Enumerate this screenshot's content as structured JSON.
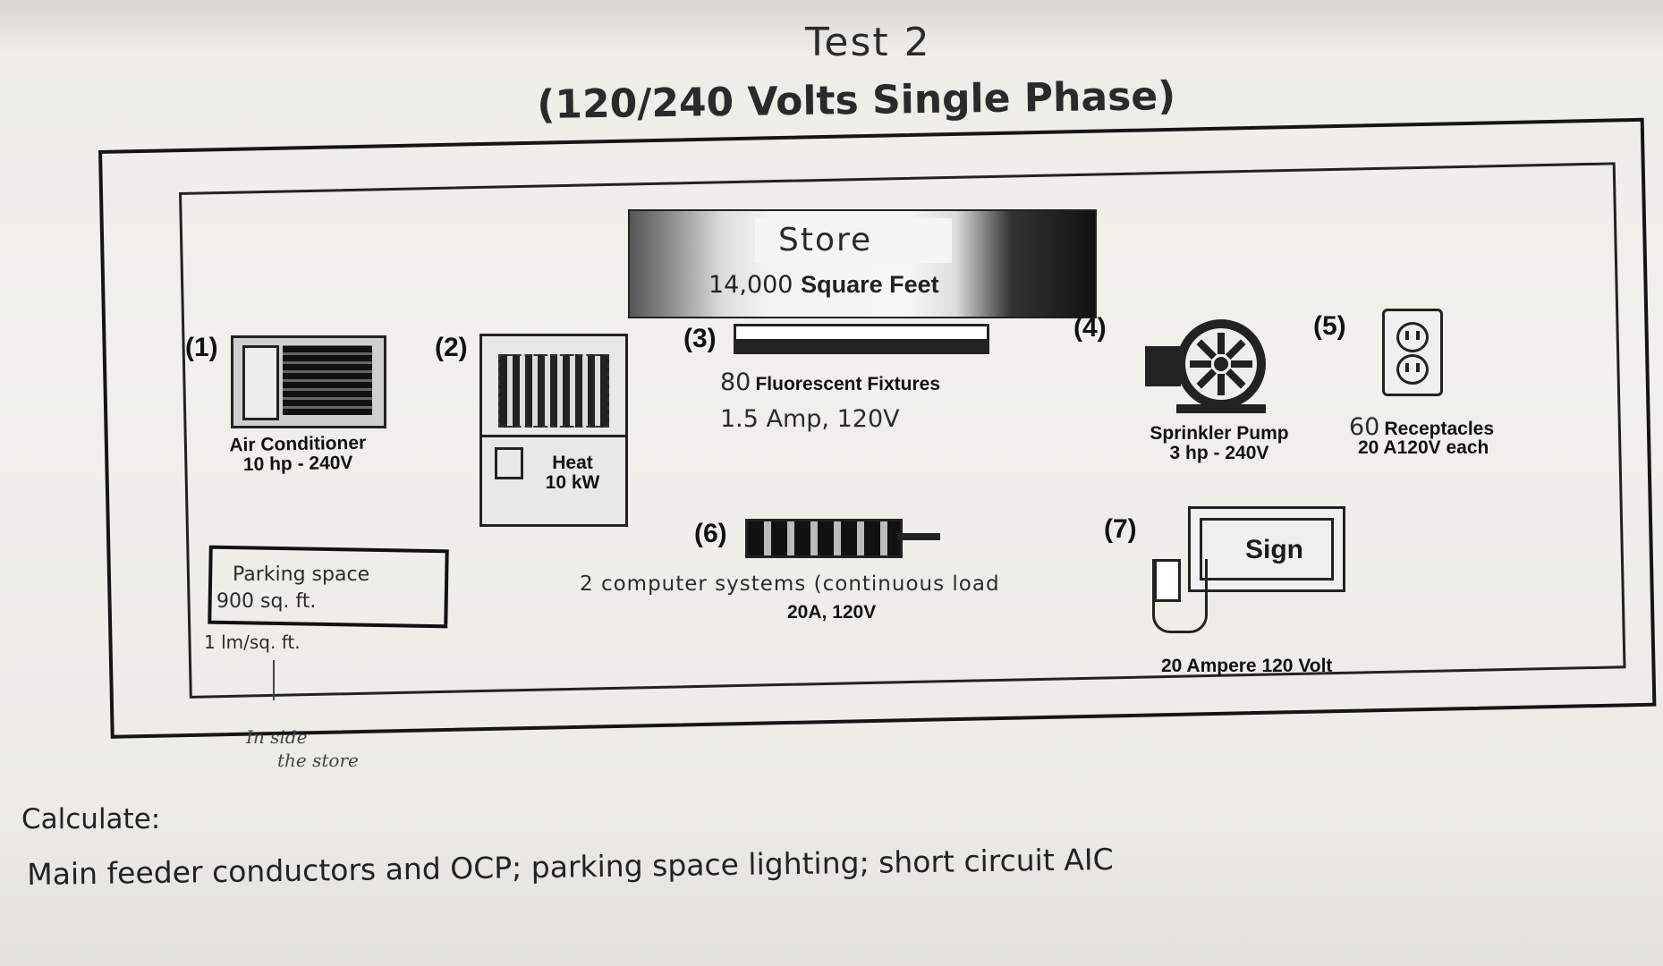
{
  "title": "Test 2",
  "subtitle": "(120/240 Volts Single Phase)",
  "store": {
    "name": "Store",
    "area_number": "14,000",
    "area_unit": "Square Feet"
  },
  "items": [
    {
      "num": "(1)",
      "line1": "Air Conditioner",
      "line2": "10 hp - 240V",
      "icon": "air-conditioner-icon"
    },
    {
      "num": "(2)",
      "line1": "Heat",
      "line2": "10 kW",
      "icon": "heater-icon"
    },
    {
      "num": "(3)",
      "count": "80",
      "line1": "Fluorescent Fixtures",
      "line2": "1.5 Amp, 120V",
      "icon": "fluorescent-fixture-icon"
    },
    {
      "num": "(4)",
      "line1": "Sprinkler Pump",
      "line2": "3 hp - 240V",
      "icon": "pump-icon"
    },
    {
      "num": "(5)",
      "count": "60",
      "line1": "Receptacles",
      "line2": "20 A120V each",
      "icon": "receptacle-icon"
    },
    {
      "num": "(6)",
      "line1": "2  computer systems (continuous load",
      "line2": "20A, 120V",
      "icon": "power-strip-icon"
    },
    {
      "num": "(7)",
      "sign_text": "Sign",
      "line1": "20 Ampere 120 Volt",
      "icon": "sign-icon"
    }
  ],
  "parking": {
    "line1": "Parking space",
    "line2": "900 sq. ft.",
    "note": "1 lm/sq. ft."
  },
  "handwriting": {
    "line1": "In side",
    "line2": "the store"
  },
  "calculate_label": "Calculate:",
  "calculate_text": "Main feeder conductors and OCP; parking space lighting; short circuit AIC"
}
